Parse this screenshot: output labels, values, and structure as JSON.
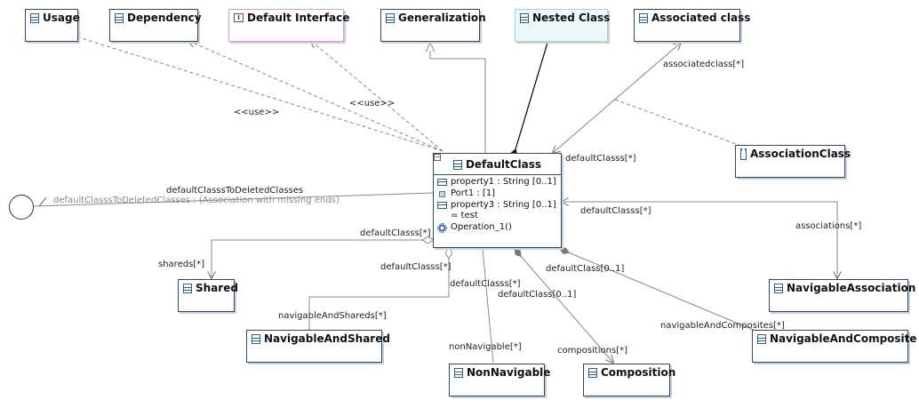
{
  "nodes": {
    "usage": "Usage",
    "dependency": "Dependency",
    "default_interface": "Default Interface",
    "generalization": "Generalization",
    "nested_class": "Nested Class",
    "associated_class": "Associated class",
    "association_class": "AssociationClass",
    "shared": "Shared",
    "navigable_and_shared": "NavigableAndShared",
    "non_navigable": "NonNavigable",
    "composition": "Composition",
    "navigable_association": "NavigableAssociation",
    "navigable_and_composite": "NavigableAndComposite"
  },
  "main_class": {
    "title": "DefaultClass",
    "collapse_glyph": "−",
    "attributes": [
      "property1 : String [0..1]",
      "Port1 :  [1]",
      "property3 : String [0..1]",
      "= test"
    ],
    "operations": [
      "Operation_1()"
    ]
  },
  "labels": {
    "use_1": "<<use>>",
    "use_2": "<<use>>",
    "associatedclass": "associatedclass[*]",
    "defaultclasss_assoc": "defaultClasss[*]",
    "deleted_role": "defaultClasssToDeletedClasses",
    "deleted_assoc": "defaultClasssToDeletedClasses : (Association with missing ends)",
    "defaultclasss_nav": "defaultClasss[*]",
    "associations": "associations[*]",
    "defaultclasss_shared": "defaultClasss[*]",
    "shareds": "shareds[*]",
    "defaultclasss_navshared": "defaultClasss[*]",
    "navigable_and_shareds": "navigableAndShareds[*]",
    "defaultclasss_nonnav": "defaultClasss[*]",
    "nonnavigable_role": "nonNavigable[*]",
    "defaultclass_composition": "defaultClass[0..1]",
    "compositions": "compositions[*]",
    "defaultclass_navcomposite": "defaultClass[0..1]",
    "navigable_and_composites": "navigableAndComposites[*]"
  }
}
